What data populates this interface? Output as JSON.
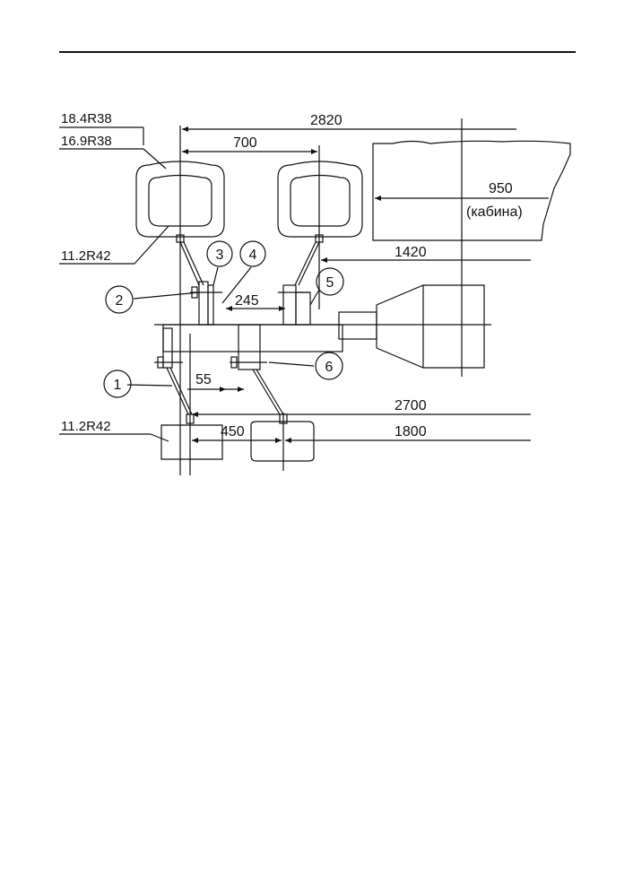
{
  "tyre_labels": {
    "outer_rear": "18.4R38",
    "inner_rear": "16.9R38",
    "upper_dual": "11.2R42",
    "lower_dual": "11.2R42"
  },
  "dimensions": {
    "d2820": "2820",
    "d700": "700",
    "d950": "950",
    "cab": "(кабина)",
    "d1420": "1420",
    "d245": "245",
    "d55": "55",
    "d2700": "2700",
    "d450": "450",
    "d1800": "1800"
  },
  "callouts": [
    "1",
    "2",
    "3",
    "4",
    "5",
    "6"
  ]
}
